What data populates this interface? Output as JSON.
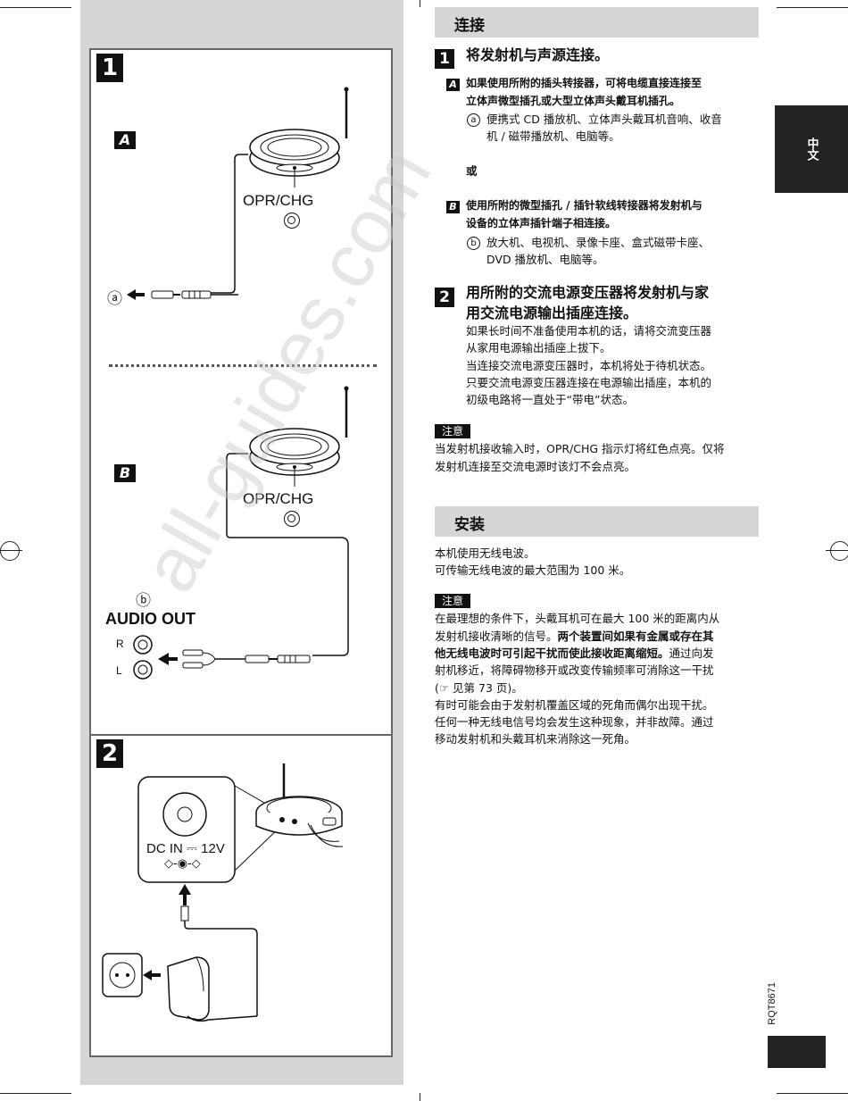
{
  "left": {
    "fig1": {
      "number": "1",
      "panel_a": {
        "badge": "A",
        "opr_label": "OPR/CHG",
        "circle_label": "ⓐ"
      },
      "panel_b": {
        "badge": "B",
        "opr_label": "OPR/CHG",
        "circle_label": "ⓑ",
        "audio_out": "AUDIO OUT",
        "r_label": "R",
        "l_label": "L"
      }
    },
    "fig2": {
      "number": "2",
      "dc_in_label": "DC IN ⎓ 12V"
    }
  },
  "connect": {
    "header": "连接",
    "step1": {
      "number": "1",
      "title": "将发射机与声源连接。",
      "a": {
        "badge": "A",
        "line1": "如果使用所附的插头转接器，可将电缆直接连接至",
        "line2": "立体声微型插孔或大型立体声头戴耳机插孔。",
        "item_mark": "a",
        "item_line1": "便携式 CD  播放机、立体声头戴耳机音响、收音",
        "item_line2": "机 / 磁带播放机、电脑等。"
      },
      "or": "或",
      "b": {
        "badge": "B",
        "line1": "使用所附的微型插孔 / 插针软线转接器将发射机与",
        "line2": "设备的立体声插针端子相连接。",
        "item_mark": "b",
        "item_line1": "放大机、电视机、录像卡座、盒式磁带卡座、",
        "item_line2": "DVD  播放机、电脑等。"
      }
    },
    "step2": {
      "number": "2",
      "title_line1": "用所附的交流电源变压器将发射机与家",
      "title_line2": "用交流电源输出插座连接。",
      "body": [
        "如果长时间不准备使用本机的话，请将交流变压器",
        "从家用电源输出插座上拔下。",
        "当连接交流电源变压器时，本机将处于待机状态。",
        "只要交流电源变压器连接在电源输出插座，本机的",
        "初级电路将一直处于“带电”状态。"
      ]
    },
    "note": {
      "badge": "注意",
      "lines": [
        "当发射机接收输入时，OPR/CHG  指示灯将红色点亮。仅将",
        "发射机连接至交流电源时该灯不会点亮。"
      ]
    }
  },
  "install": {
    "header": "安装",
    "intro": [
      "本机使用无线电波。",
      "可传输无线电波的最大范围为 100  米。"
    ],
    "note": {
      "badge": "注意",
      "line1": "在最理想的条件下，头戴耳机可在最大 100 米的距离内从",
      "line2_plain": "发射机接收清晰的信号。",
      "line2_bold": "两个装置间如果有金属或存在其",
      "line3_bold": "他无线电波时可引起干扰而使此接收距离缩短。",
      "line3_plain": "通过向发",
      "line4": "射机移近，将障碍物移开或改变传输频率可消除这一干扰",
      "line5": "(☞  见第 73 页)。",
      "line6": "有时可能会由于发射机覆盖区域的死角而偶尔出现干扰。",
      "line7": "任何一种无线电信号均会发生这种现象，并非故障。通过",
      "line8": "移动发射机和头戴耳机来消除这一死角。"
    }
  },
  "side": {
    "lang_tab": "中文",
    "doc_code": "RQT8671"
  },
  "watermark": "all-guides.com"
}
